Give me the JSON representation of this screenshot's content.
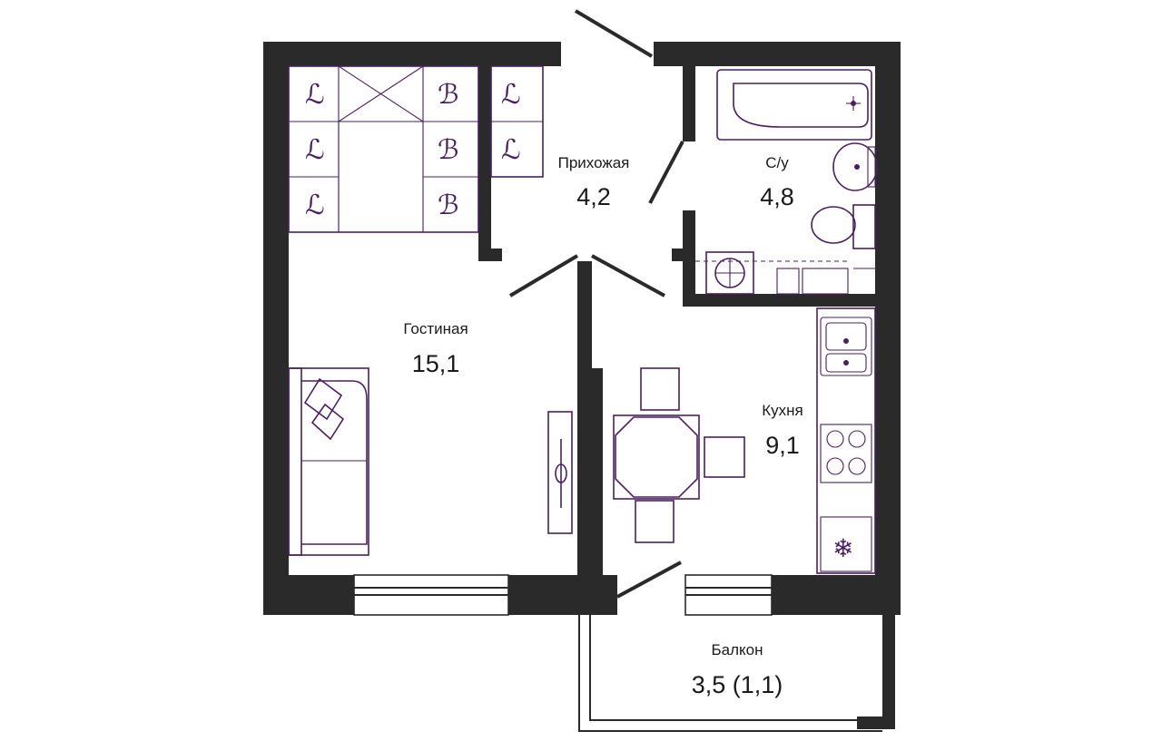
{
  "rooms": {
    "hall": {
      "name": "Прихожая",
      "area": "4,2"
    },
    "bathroom": {
      "name": "С/у",
      "area": "4,8"
    },
    "living": {
      "name": "Гостиная",
      "area": "15,1"
    },
    "kitchen": {
      "name": "Кухня",
      "area": "9,1"
    },
    "balcony": {
      "name": "Балкон",
      "area": "3,5 (1,1)"
    }
  },
  "colors": {
    "wall": "#2a2a2a",
    "furniture": "#4a1f60",
    "background": "#ffffff"
  }
}
